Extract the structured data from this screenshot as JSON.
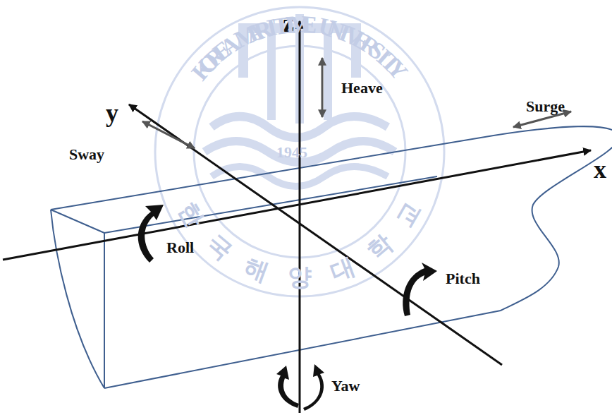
{
  "diagram": {
    "labels": [
      "z",
      "y",
      "x",
      "Heave",
      "Surge",
      "Sway",
      "Roll",
      "Pitch",
      "Yaw",
      "KOREA MARITIME UNIVERSITY",
      "1945",
      "한국해양대학교"
    ]
  }
}
